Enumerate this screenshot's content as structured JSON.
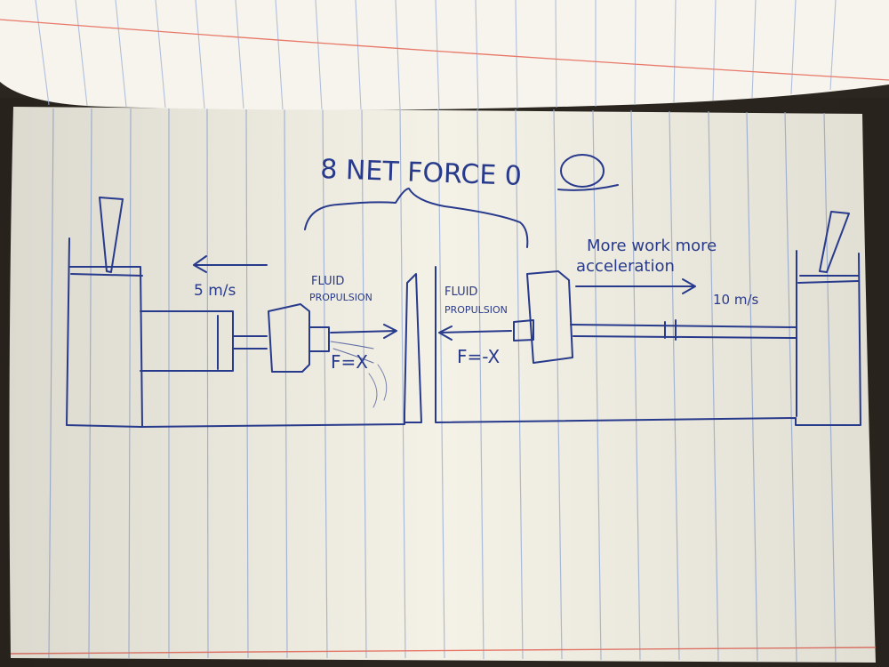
{
  "sketch": {
    "title": "8 NET FORCE 0",
    "left_speed": "5 m/s",
    "left_label_line1": "FLUID",
    "left_label_line2": "PROPULSION",
    "left_force": "F=X",
    "right_label_line1": "FLUID",
    "right_label_line2": "PROPULSION",
    "right_force": "F=-X",
    "note_line1": "More work more",
    "note_line2": "acceleration",
    "right_speed": "10 m/s"
  },
  "colors": {
    "ink": "#283a8c",
    "paper": "#f4f1e6",
    "rule_line": "#9fb3d9",
    "margin_line": "#e8786a",
    "background": "#2c2620"
  }
}
